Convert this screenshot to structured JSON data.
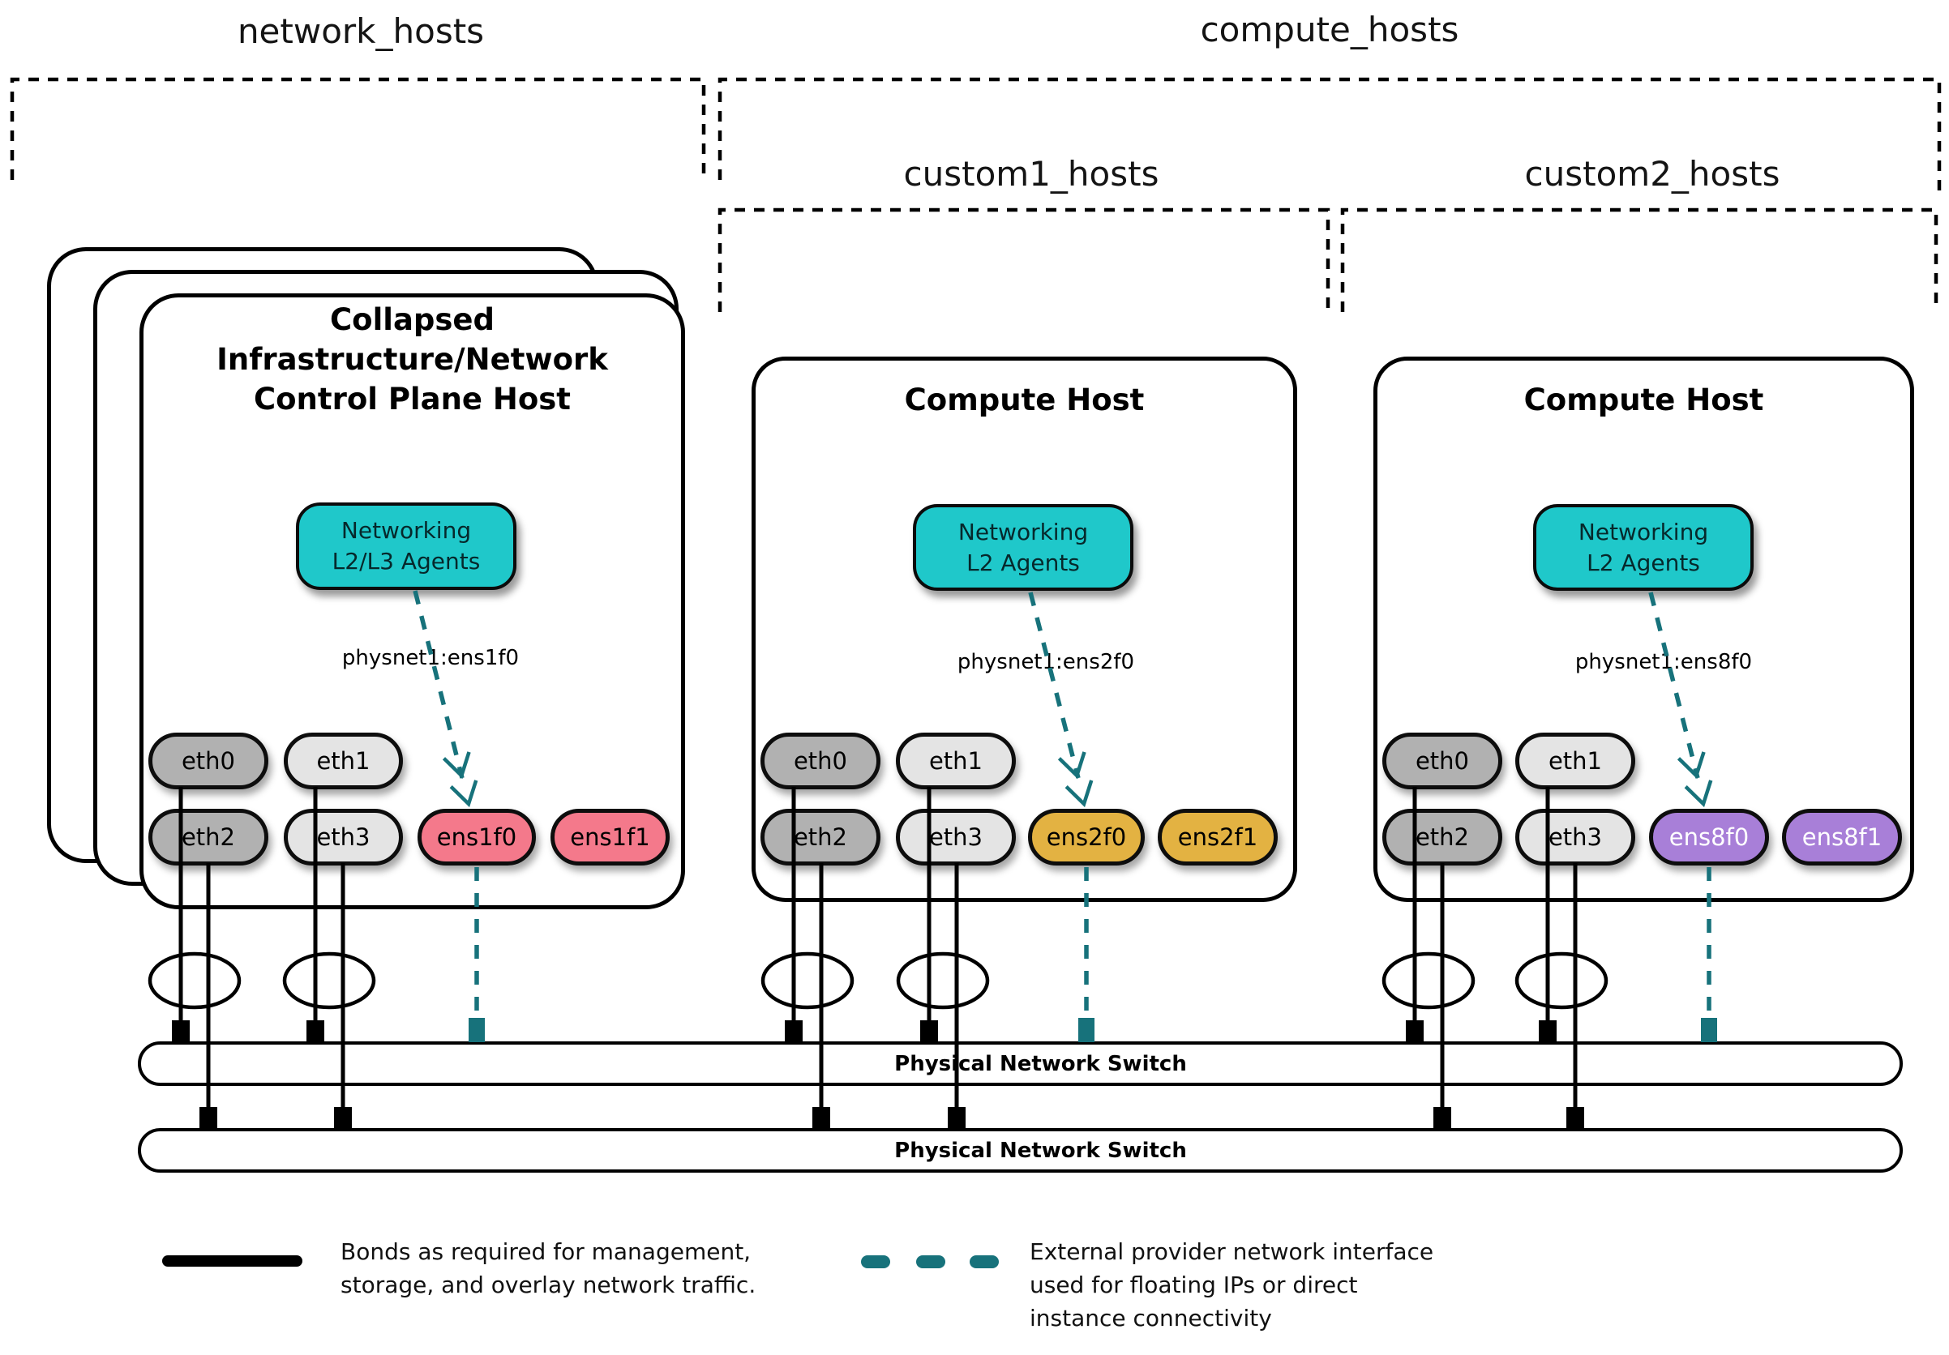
{
  "groups": {
    "network_hosts": "network_hosts",
    "compute_hosts": "compute_hosts",
    "custom1_hosts": "custom1_hosts",
    "custom2_hosts": "custom2_hosts"
  },
  "hosts": [
    {
      "title_lines": [
        "Collapsed",
        "Infrastructure/Network",
        "Control Plane Host"
      ],
      "agent_lines": [
        "Networking",
        "L2/L3 Agents"
      ],
      "physnet": "physnet1:ens1f0",
      "interfaces": [
        "eth0",
        "eth1",
        "eth2",
        "eth3",
        "ens1f0",
        "ens1f1"
      ]
    },
    {
      "title_lines": [
        "Compute Host"
      ],
      "agent_lines": [
        "Networking",
        "L2 Agents"
      ],
      "physnet": "physnet1:ens2f0",
      "interfaces": [
        "eth0",
        "eth1",
        "eth2",
        "eth3",
        "ens2f0",
        "ens2f1"
      ]
    },
    {
      "title_lines": [
        "Compute Host"
      ],
      "agent_lines": [
        "Networking",
        "L2 Agents"
      ],
      "physnet": "physnet1:ens8f0",
      "interfaces": [
        "eth0",
        "eth1",
        "eth2",
        "eth3",
        "ens8f0",
        "ens8f1"
      ]
    }
  ],
  "switches": [
    {
      "label": "Physical Network Switch"
    },
    {
      "label": "Physical Network Switch"
    }
  ],
  "legend": {
    "bond_lines": [
      "Bonds as required for management,",
      "storage, and overlay network traffic."
    ],
    "external_lines": [
      "External provider network interface",
      "used for floating IPs or direct",
      "instance connectivity"
    ]
  },
  "colors": {
    "agent_fill": "#1fc8ca",
    "provider_teal": "#17727b",
    "salmon": "#f4798b",
    "gold": "#e3b242",
    "purple": "#a87fd8",
    "gray_dark": "#b1b1b1",
    "gray_light": "#e4e4e4"
  }
}
